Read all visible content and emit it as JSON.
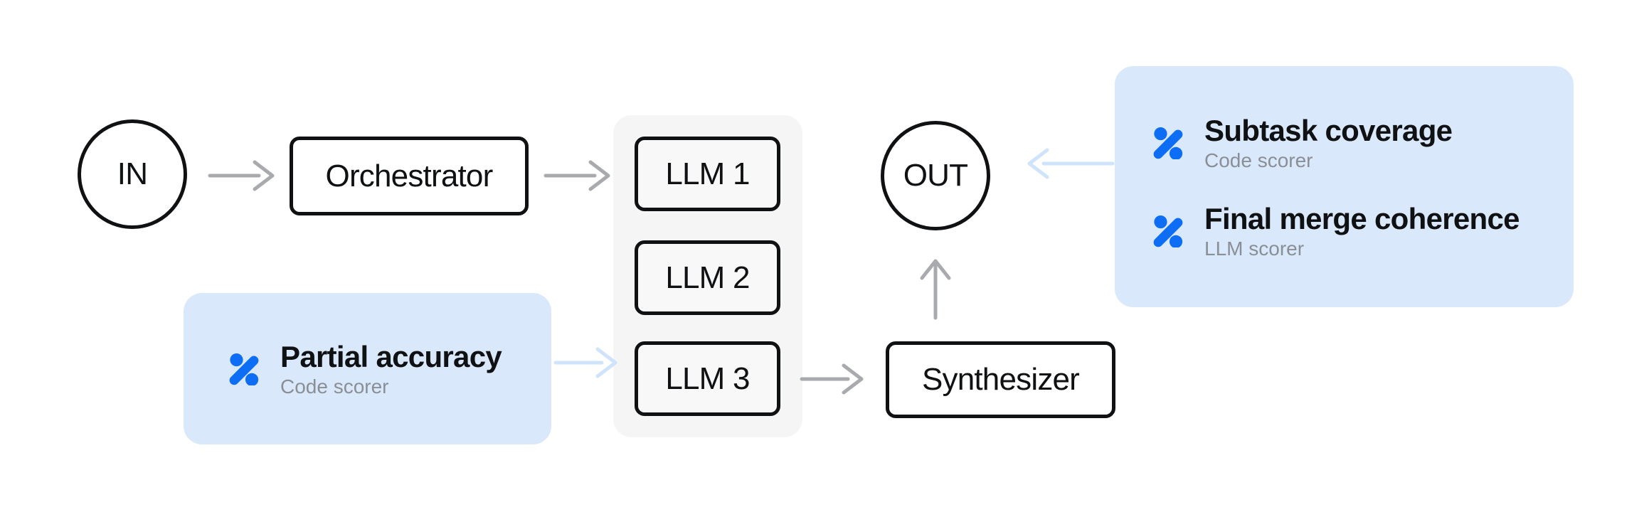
{
  "diagram": {
    "title": "orchestrator-workers pipeline with scorers",
    "nodes": {
      "input": {
        "label": "IN"
      },
      "orchestrator": {
        "label": "Orchestrator"
      },
      "workers": [
        {
          "label": "LLM 1"
        },
        {
          "label": "LLM 2"
        },
        {
          "label": "LLM 3"
        }
      ],
      "synthesizer": {
        "label": "Synthesizer"
      },
      "output": {
        "label": "OUT"
      }
    },
    "cards": [
      {
        "id": "partial-accuracy-card",
        "items": [
          {
            "icon": "percent-scorer-icon",
            "title": "Partial accuracy",
            "subtitle": "Code scorer"
          }
        ]
      },
      {
        "id": "output-scorers-card",
        "items": [
          {
            "icon": "percent-scorer-icon",
            "title": "Subtask coverage",
            "subtitle": "Code scorer"
          },
          {
            "icon": "percent-scorer-icon",
            "title": "Final merge coherence",
            "subtitle": "LLM scorer"
          }
        ]
      }
    ],
    "edges": [
      "IN → Orchestrator",
      "Orchestrator → LLM 1",
      "Partial accuracy → LLM 3",
      "LLM 3 → Synthesizer",
      "Synthesizer → OUT",
      "Output scorers → OUT"
    ],
    "colors": {
      "accent_blue": "#0d6ef5",
      "card_bg": "#d9e8fb",
      "container_bg": "#f5f5f6",
      "worker_bg": "#f8f8f9",
      "arrow_gray": "#a9aaad",
      "arrow_blue": "#cfe3fa",
      "text_black": "#101113",
      "text_gray": "#8a8f96"
    }
  }
}
